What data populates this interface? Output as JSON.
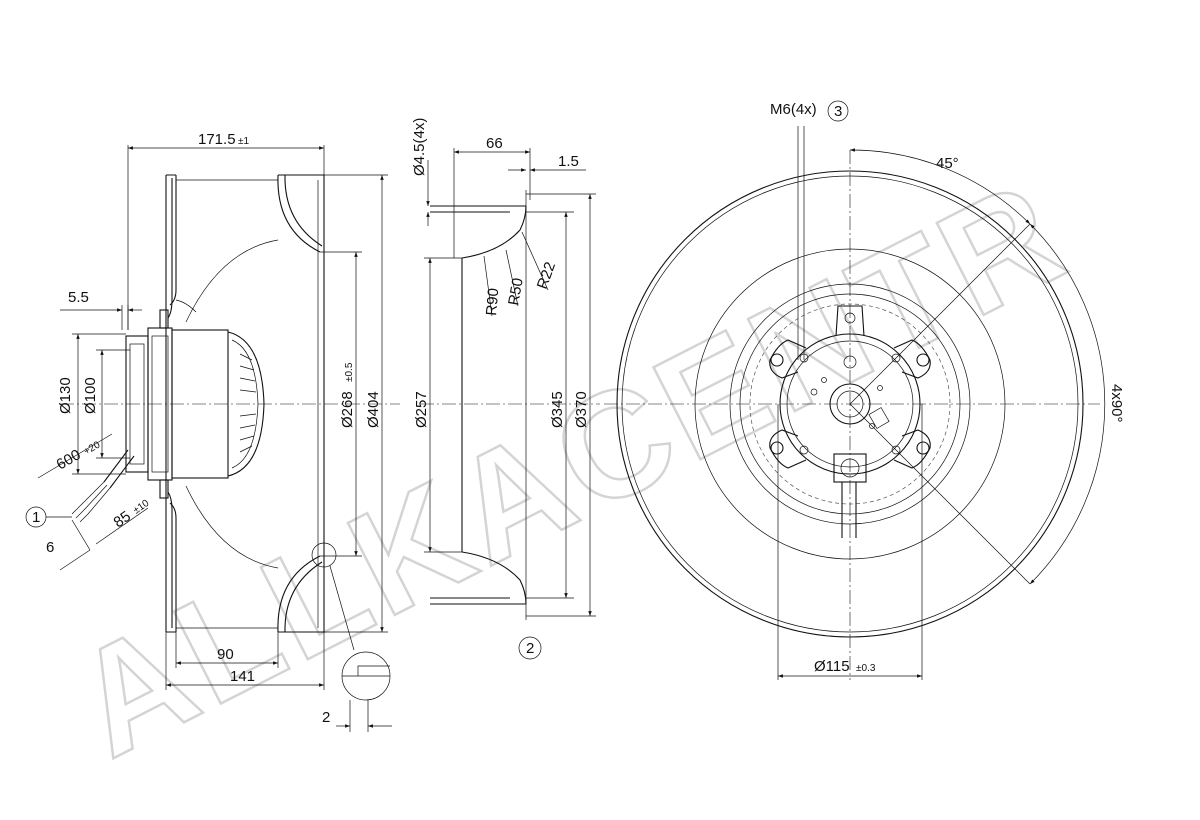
{
  "watermark": "ALLKACENTR",
  "side_view": {
    "dim_171_5": "171.5",
    "dim_171_5_tol": "±1",
    "dim_5_5": "5.5",
    "dim_d130": "Ø130",
    "dim_d100": "Ø100",
    "dim_d268": "Ø268",
    "dim_d268_tol": "±0.5",
    "dim_d404": "Ø404",
    "dim_600": "600",
    "dim_600_tol": "+20",
    "dim_85": "85",
    "dim_85_tol": "±10",
    "dim_6": "6",
    "dim_90": "90",
    "dim_141": "141",
    "dim_2": "2",
    "callout_1": "1"
  },
  "inlet_ring": {
    "dim_d4_5": "Ø4.5(4x)",
    "dim_66": "66",
    "dim_1_5": "1.5",
    "dim_r22": "R22",
    "dim_r50": "R50",
    "dim_r90": "R90",
    "dim_d257": "Ø257",
    "dim_d345": "Ø345",
    "dim_d370": "Ø370",
    "callout_2": "2"
  },
  "front_view": {
    "dim_m6": "M6(4x)",
    "callout_3": "3",
    "dim_45": "45°",
    "dim_4x90": "4x90°",
    "dim_d115": "Ø115",
    "dim_d115_tol": "±0.3"
  }
}
